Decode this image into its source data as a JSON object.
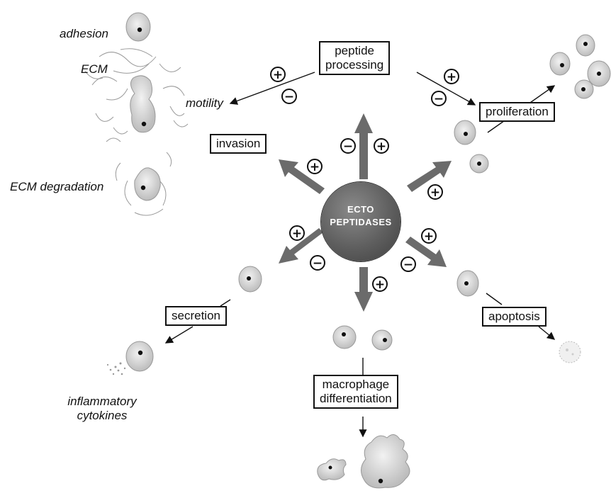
{
  "center": {
    "line1": "ECTO",
    "line2": "PEPTIDASES"
  },
  "boxes": {
    "peptide_processing": {
      "line1": "peptide",
      "line2": "processing"
    },
    "proliferation": "proliferation",
    "invasion": "invasion",
    "secretion": "secretion",
    "apoptosis": "apoptosis",
    "macrophage_differentiation": {
      "line1": "macrophage",
      "line2": "differentiation"
    }
  },
  "labels": {
    "adhesion": "adhesion",
    "ecm": "ECM",
    "motility": "motility",
    "ecm_degradation": "ECM degradation",
    "inflammatory_cytokines": {
      "line1": "inflammatory",
      "line2": "cytokines"
    }
  },
  "signs": {
    "plus": "+",
    "minus": "−"
  },
  "colors": {
    "arrow": "#6b6b6b",
    "cell_fill": "#d9d9d9",
    "nucleus": "#111111",
    "hub": "#5e5e5e"
  }
}
